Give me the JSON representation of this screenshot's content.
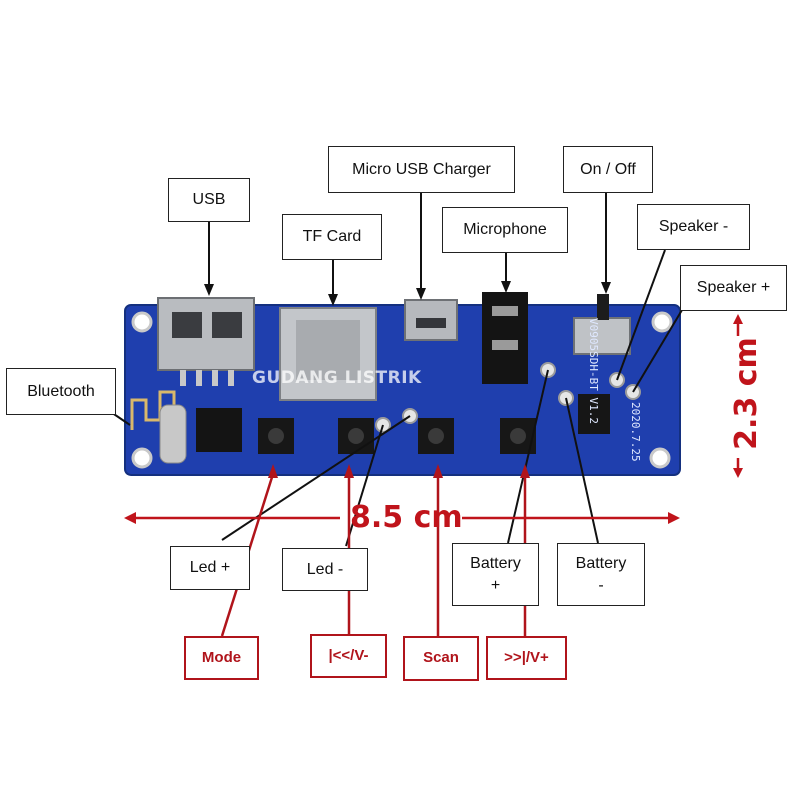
{
  "labels": {
    "usb": "USB",
    "tf_card": "TF Card",
    "micro_usb_charger": "Micro USB Charger",
    "microphone": "Microphone",
    "on_off": "On / Off",
    "speaker_minus": "Speaker -",
    "speaker_plus": "Speaker +",
    "bluetooth": "Bluetooth",
    "led_plus": "Led +",
    "led_minus": "Led -",
    "battery_plus_line1": "Battery",
    "battery_plus_line2": "+",
    "battery_minus_line1": "Battery",
    "battery_minus_line2": "-"
  },
  "buttons": {
    "mode": "Mode",
    "prev_vol_down": "|<</V-",
    "scan": "Scan",
    "next_vol_up": ">>|/V+"
  },
  "dimensions": {
    "width": "8.5 cm",
    "height": "2.3 cm"
  },
  "board": {
    "model": "V0905SDH-BT V1.2",
    "date": "2020.7.25",
    "watermark": "GUDANG LISTRIK"
  },
  "colors": {
    "board": "#1f3fae",
    "accent_red": "#b0141b",
    "line": "#111111"
  }
}
